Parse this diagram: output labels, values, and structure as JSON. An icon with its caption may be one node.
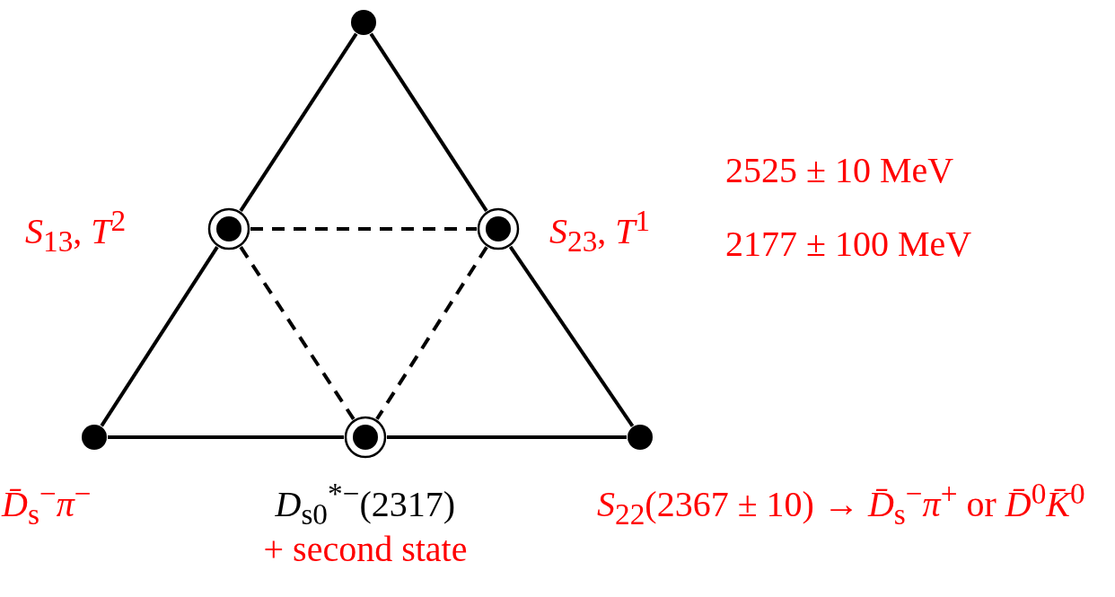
{
  "diagram": {
    "nodes": [
      {
        "text": [],
        "shape": "circle"
      },
      {
        "text": [],
        "shape": "circle",
        "beside": [
          "*S*$_{13}$, *T*$^{2}$"
        ]
      },
      {
        "text": [],
        "shape": "circle",
        "beside": [
          "*S*$_{23}$, *T*$^{1}$"
        ]
      },
      {
        "text": [],
        "shape": "circle",
        "beside": [
          "*D̄*$_{s}$$^{−}$*π*$^{−}$"
        ]
      },
      {
        "text": [],
        "shape": "circle",
        "beside": [
          "*D*$_{s0}$$^{*−}$(2317)",
          "+ second state"
        ]
      },
      {
        "text": [],
        "shape": "circle",
        "beside": [
          "*S*$_{22}$(2367 ± 10) → *D̄*$_{s}$$^{−}$*π*$^{+}$ or *D̄*$^{0}$*K̄*$^{0}$"
        ]
      }
    ],
    "edges": [
      {
        "from": 0,
        "to": 1,
        "arrow": "none"
      },
      {
        "from": 1,
        "to": 3,
        "arrow": "none"
      },
      {
        "from": 0,
        "to": 2,
        "arrow": "none"
      },
      {
        "from": 2,
        "to": 5,
        "arrow": "none"
      },
      {
        "from": 3,
        "to": 4,
        "arrow": "none"
      },
      {
        "from": 4,
        "to": 5,
        "arrow": "none"
      },
      {
        "from": 1,
        "to": 2,
        "arrow": "none",
        "style": "dashed"
      },
      {
        "from": 1,
        "to": 4,
        "arrow": "none",
        "style": "dashed"
      },
      {
        "from": 2,
        "to": 4,
        "arrow": "none",
        "style": "dashed"
      }
    ],
    "labels": [
      "2525 ± 10 MeV",
      "2177 ± 100 MeV"
    ]
  }
}
